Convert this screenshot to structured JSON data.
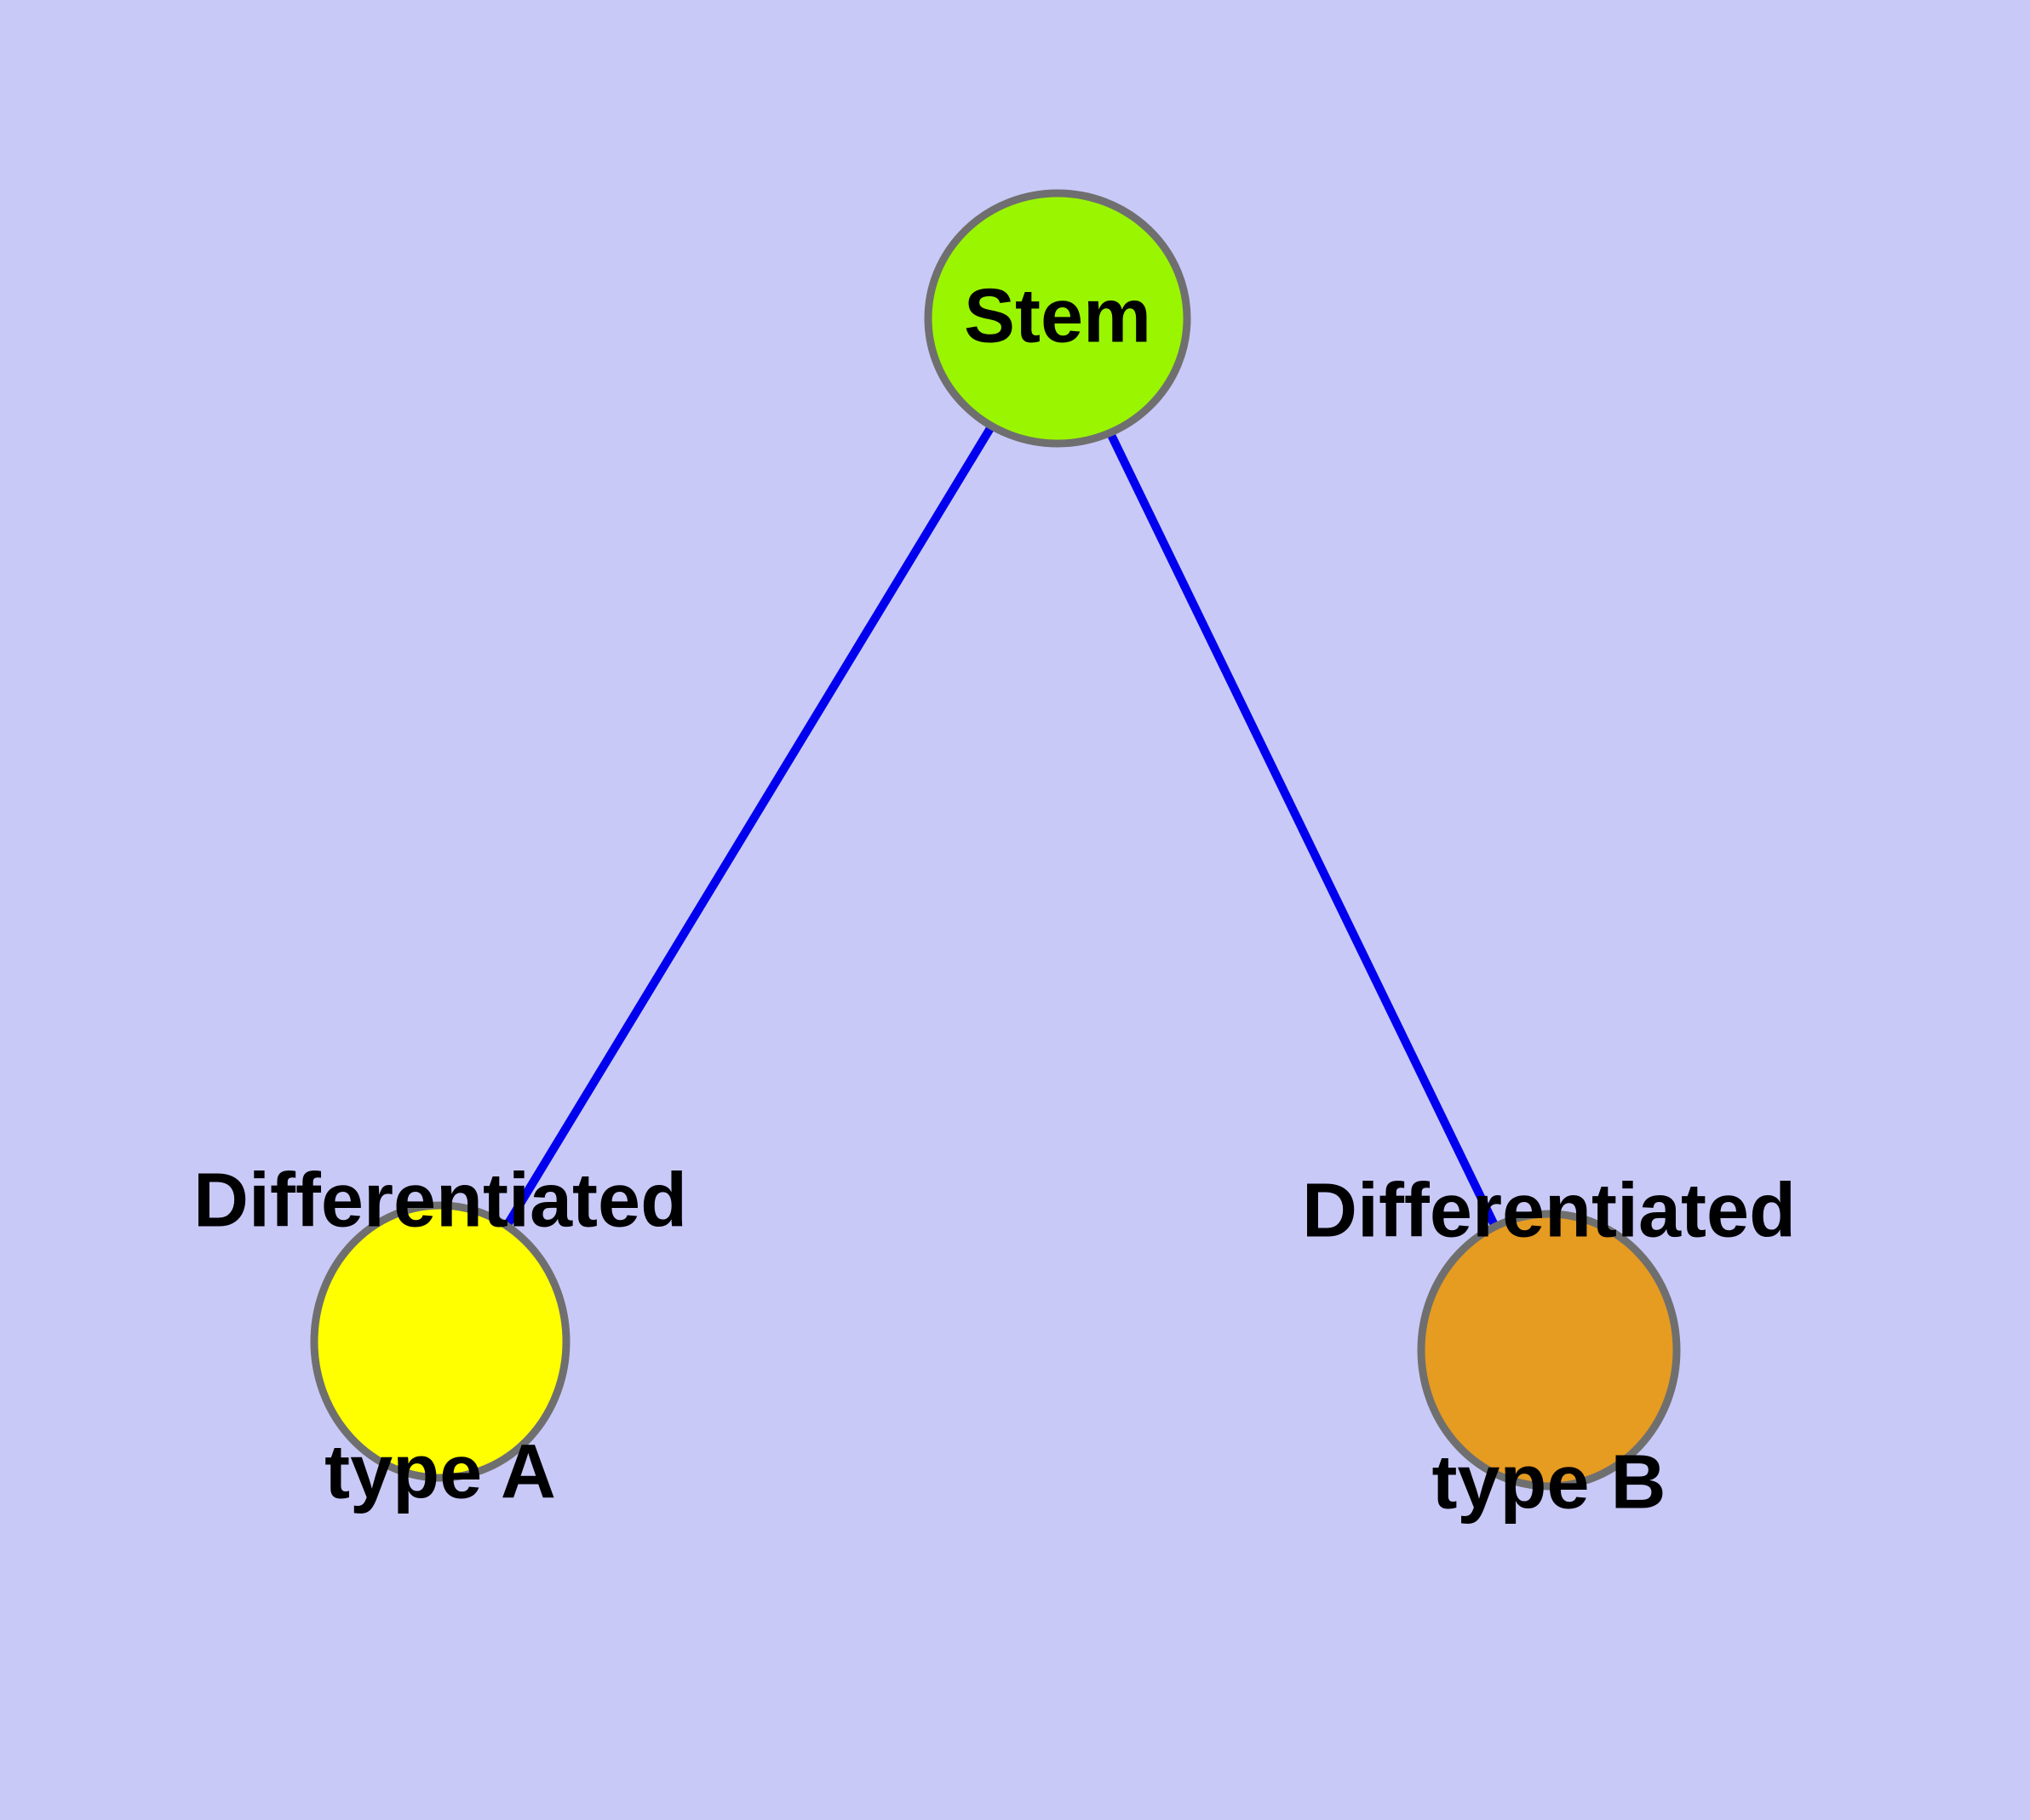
{
  "diagram": {
    "title": "cell differentiation graph",
    "background_color": "#c9c9f8",
    "edge_color": "#0000ee",
    "node_border_color": "#6f6f6f",
    "text_color": "#000000",
    "nodes": [
      {
        "id": "stem",
        "label": "Stem",
        "fill": "#9af500"
      },
      {
        "id": "type-a",
        "label_line1": "Differentiated",
        "label_line2": "type A",
        "fill": "#ffff00"
      },
      {
        "id": "type-b",
        "label_line1": "Differentiated",
        "label_line2": "type B",
        "fill": "#e69b21"
      }
    ],
    "edges": [
      {
        "from": "Stem",
        "to": "Differentiated type A"
      },
      {
        "from": "Stem",
        "to": "Differentiated type B"
      }
    ]
  }
}
